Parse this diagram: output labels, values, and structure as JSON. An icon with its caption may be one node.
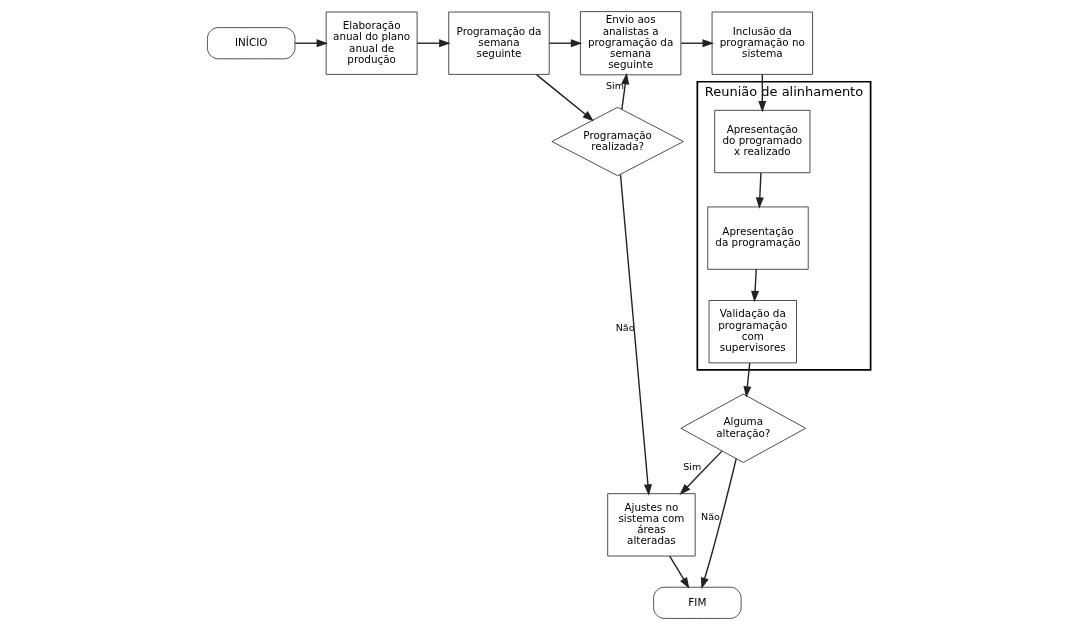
{
  "diagram": {
    "nodes": [
      {
        "text": [
          "INÍCIO"
        ]
      },
      {
        "text": [
          "Elaboração anual do plano anual de produção"
        ]
      },
      {
        "text": [
          "Programação da semana seguinte"
        ]
      },
      {
        "text": [
          "Envio aos analistas a programação da semana seguinte"
        ]
      },
      {
        "text": [
          "Inclusão da programação no sistema"
        ]
      },
      {
        "text": [
          "Programação realizada?"
        ]
      },
      {
        "text": [
          "Reunião de alinhamento"
        ]
      },
      {
        "text": [
          "Apresentação do programado x realizado"
        ],
        "in": 6
      },
      {
        "text": [
          "Ajustes no sistema com áreas alteradas"
        ]
      },
      {
        "text": [
          "Alguma alteração?"
        ]
      },
      {
        "text": [
          "Validação da programação com supervisores"
        ],
        "in": 6
      },
      {
        "text": [
          "Apresentação da programação"
        ],
        "in": 6
      },
      {
        "text": [
          "FIM"
        ]
      }
    ],
    "edges": [
      {
        "from": 0,
        "to": 1,
        "arrow": "to"
      },
      {
        "from": 1,
        "to": 2,
        "arrow": "to"
      },
      {
        "from": 2,
        "to": 3,
        "arrow": "to"
      },
      {
        "from": 3,
        "to": 4,
        "arrow": "to"
      },
      {
        "from": 2,
        "to": 5,
        "arrow": "to"
      },
      {
        "from": 5,
        "to": 3,
        "label": "Sim",
        "arrow": "to"
      },
      {
        "from": 5,
        "to": 8,
        "label": "Não",
        "arrow": "to"
      },
      {
        "from": 4,
        "to": 7,
        "arrow": "to"
      },
      {
        "from": 7,
        "to": 11,
        "arrow": "to"
      },
      {
        "from": 11,
        "to": 10,
        "arrow": "to"
      },
      {
        "from": 10,
        "to": 9,
        "arrow": "to"
      },
      {
        "from": 9,
        "to": 8,
        "label": "Sim",
        "arrow": "to"
      },
      {
        "from": 9,
        "to": 12,
        "label": "Não",
        "arrow": "to"
      },
      {
        "from": 8,
        "to": 12,
        "arrow": "to"
      }
    ]
  }
}
